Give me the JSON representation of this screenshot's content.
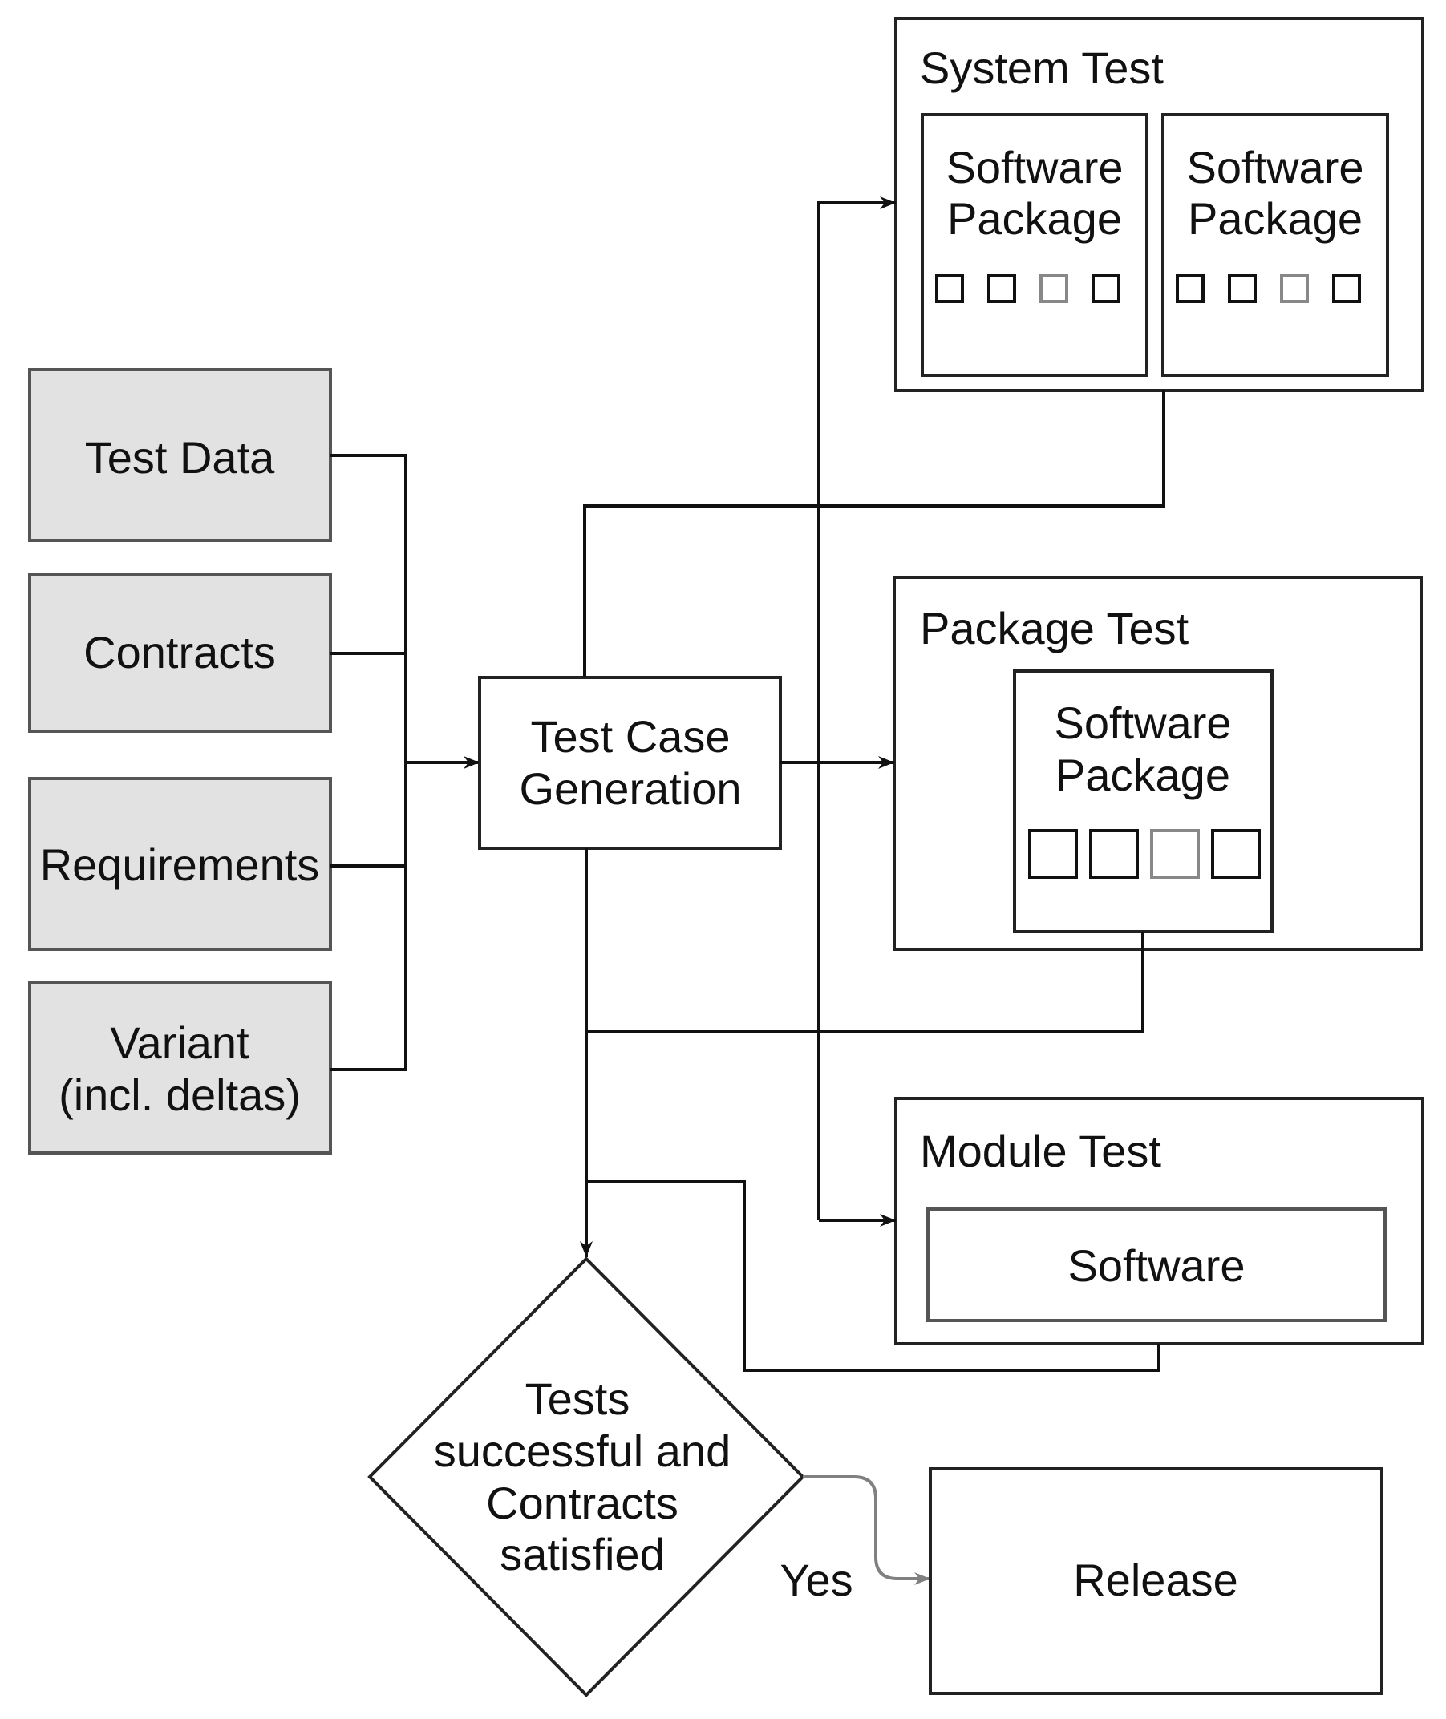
{
  "inputs": {
    "test_data": "Test Data",
    "contracts": "Contracts",
    "requirements": "Requirements",
    "variant_line1": "Variant",
    "variant_line2": "(incl. deltas)"
  },
  "generation": {
    "line1": "Test Case",
    "line2": "Generation"
  },
  "system_test": {
    "title": "System Test",
    "package_line1": "Software",
    "package_line2": "Package"
  },
  "package_test": {
    "title": "Package Test",
    "package_line1": "Software",
    "package_line2": "Package"
  },
  "module_test": {
    "title": "Module Test",
    "software": "Software"
  },
  "decision": {
    "line1": "Tests",
    "line2": "successful and",
    "line3": "Contracts",
    "line4": "satisfied",
    "yes": "Yes"
  },
  "release": {
    "label": "Release"
  }
}
